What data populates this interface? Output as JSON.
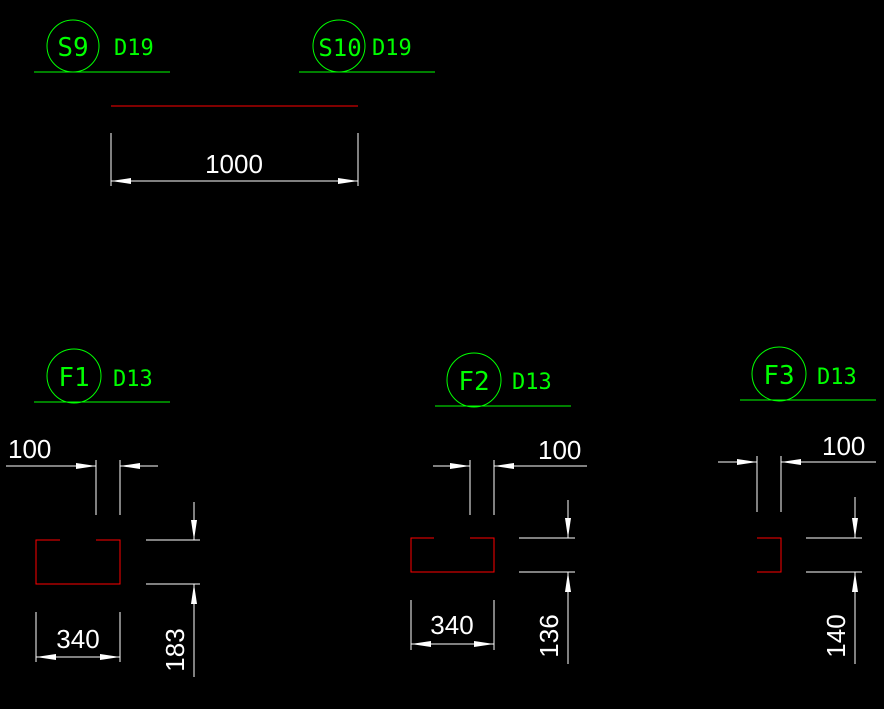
{
  "colors": {
    "background": "#000000",
    "label": "#00ff00",
    "dimension": "#ffffff",
    "rebar": "#ff0000"
  },
  "marks": {
    "s9": {
      "id": "S9",
      "size": "D19"
    },
    "s10": {
      "id": "S10",
      "size": "D19"
    },
    "f1": {
      "id": "F1",
      "size": "D13"
    },
    "f2": {
      "id": "F2",
      "size": "D13"
    },
    "f3": {
      "id": "F3",
      "size": "D13"
    }
  },
  "dims": {
    "straight_length": "1000",
    "f1": {
      "hook": "100",
      "width": "340",
      "height": "183"
    },
    "f2": {
      "hook": "100",
      "width": "340",
      "height": "136"
    },
    "f3": {
      "hook": "100",
      "height": "140"
    }
  }
}
